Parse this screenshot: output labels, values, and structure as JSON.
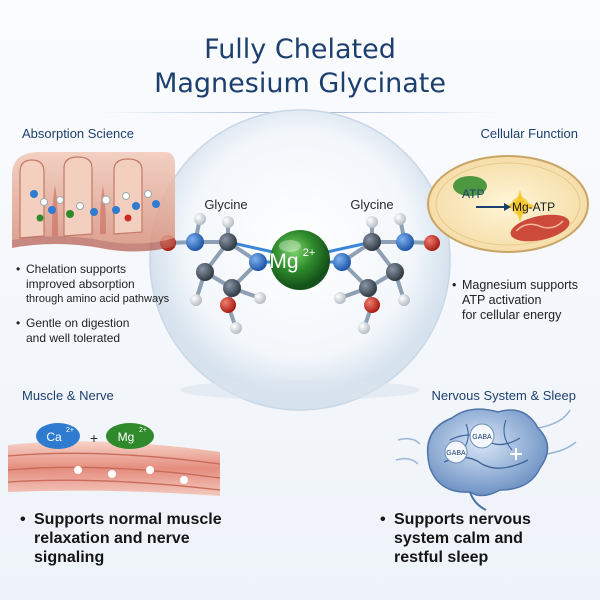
{
  "title_line1": "Fully Chelated",
  "title_line2": "Magnesium Glycinate",
  "center": {
    "glycine_left": "Glycine",
    "glycine_right": "Glycine",
    "ion": "Mg",
    "ion_charge": "2+"
  },
  "absorption": {
    "heading": "Absorption Science",
    "bullet1_line1": "Chelation supports",
    "bullet1_line2": "improved absorption",
    "bullet1_line3": "through amino acid pathways",
    "bullet2_line1": "Gentle on digestion",
    "bullet2_line2": "and well tolerated"
  },
  "cellular": {
    "heading": "Cellular Function",
    "atp_label": "ATP",
    "mgatp_label": "Mg-ATP",
    "bullet_line1": "Magnesium supports",
    "bullet_line2": "ATP activation",
    "bullet_line3": "for cellular energy"
  },
  "muscle": {
    "heading": "Muscle & Nerve",
    "ca_label": "Ca",
    "ca_charge": "2+",
    "plus": "+",
    "mg_label": "Mg",
    "mg_charge": "2+",
    "bullet_line1": "Supports normal muscle",
    "bullet_line2": "relaxation and nerve",
    "bullet_line3": "signaling"
  },
  "nervous": {
    "heading": "Nervous System & Sleep",
    "gaba_1": "GABA",
    "gaba_2": "GABA",
    "bullet_line1": "Supports nervous",
    "bullet_line2": "system calm and",
    "bullet_line3": "restful sleep"
  },
  "colors": {
    "title": "#1d3f6e",
    "magnesium": "#2f8a2c",
    "nitrogen": "#2c6cc4",
    "oxygen": "#cc2a22",
    "carbon": "#4c5866"
  }
}
